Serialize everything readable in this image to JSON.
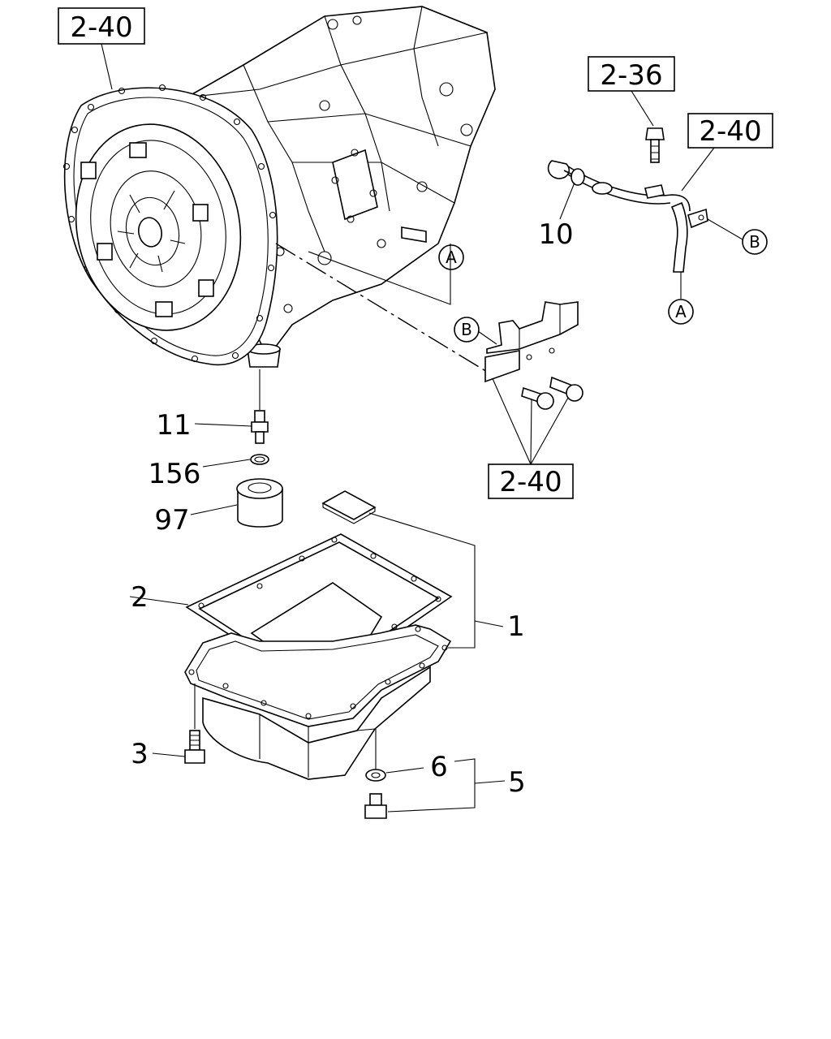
{
  "references": {
    "ref_main": "2-40",
    "ref_bolt": "2-36",
    "ref_dipstick": "2-40",
    "ref_bracket": "2-40"
  },
  "markers": {
    "a_upper": "A",
    "a_lower": "A",
    "b_upper": "B",
    "b_lower": "B"
  },
  "callouts": {
    "c10": "10",
    "c11": "11",
    "c156": "156",
    "c97": "97",
    "c2": "2",
    "c1": "1",
    "c3": "3",
    "c6": "6",
    "c5": "5"
  }
}
